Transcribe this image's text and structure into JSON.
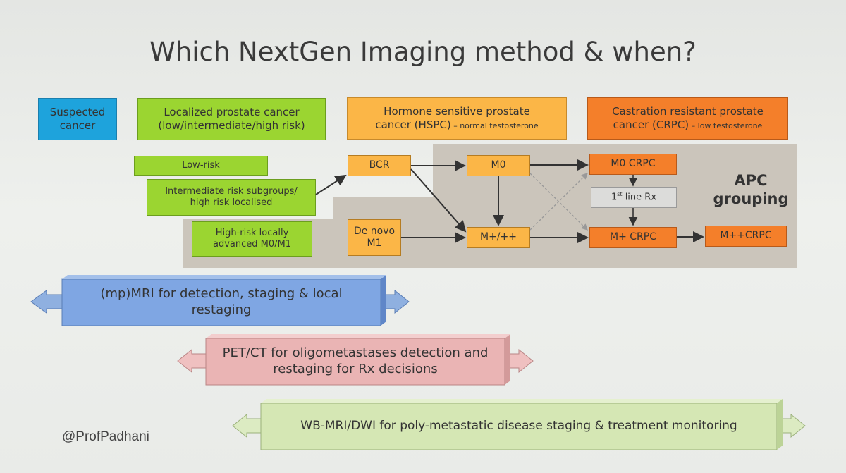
{
  "slide": {
    "title": "Which NextGen Imaging method & when?",
    "handle": "@ProfPadhani"
  },
  "headers": {
    "suspected": [
      "Suspected",
      "cancer"
    ],
    "localized": [
      "Localized prostate cancer",
      "(low/intermediate/high risk)"
    ],
    "hspc_line1": "Hormone sensitive prostate",
    "hspc_line2": "cancer (HSPC)",
    "hspc_note": " – normal testosterone",
    "crpc_line1": "Castration resistant prostate",
    "crpc_line2": "cancer (CRPC)",
    "crpc_note": " – low testosterone"
  },
  "risk": {
    "low": "Low-risk",
    "intermediate": [
      "Intermediate risk subgroups/",
      "high risk localised"
    ],
    "high": [
      "High-risk locally",
      "advanced M0/M1"
    ]
  },
  "nodes": {
    "bcr": "BCR",
    "m0": "M0",
    "denovo": [
      "De novo",
      "M1"
    ],
    "mplus": "M+/++",
    "m0crpc": "M0 CRPC",
    "firstline_a": "1",
    "firstline_sup": "st",
    "firstline_b": " line Rx",
    "mpluscrpc": "M+ CRPC",
    "mplusplus": "M++CRPC"
  },
  "apc": [
    "APC",
    "grouping"
  ],
  "bars": {
    "mri": [
      "(mp)MRI for detection, staging & local",
      "restaging"
    ],
    "pet": [
      "PET/CT for oligometastases detection and",
      "restaging for Rx decisions"
    ],
    "wb": "WB-MRI/DWI for poly-metastatic disease staging & treatment monitoring"
  },
  "colors": {
    "blue_header": "#1ea3dc",
    "green_header": "#9bd531",
    "orange_light": "#fbb647",
    "orange_dark": "#f47f2a",
    "mri_bar": "#7fa6e3",
    "pet_bar": "#eab4b4",
    "wb_bar": "#d5e7b4",
    "gray_panel": "#cbc5bb"
  }
}
